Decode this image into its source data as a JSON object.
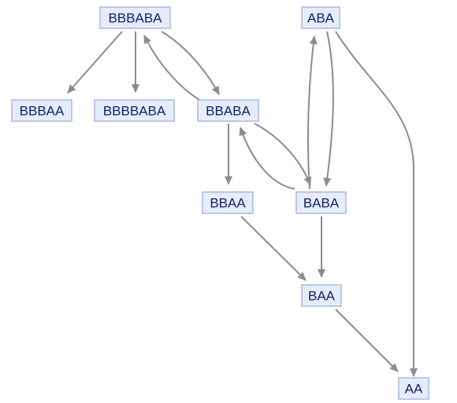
{
  "nodes": [
    {
      "id": "BBBABA",
      "label": "BBBABA"
    },
    {
      "id": "ABA",
      "label": "ABA"
    },
    {
      "id": "BBBAA",
      "label": "BBBAA"
    },
    {
      "id": "BBBBABA",
      "label": "BBBBABA"
    },
    {
      "id": "BBABA",
      "label": "BBABA"
    },
    {
      "id": "BBAA",
      "label": "BBAA"
    },
    {
      "id": "BABA",
      "label": "BABA"
    },
    {
      "id": "BAA",
      "label": "BAA"
    },
    {
      "id": "AA",
      "label": "AA"
    }
  ],
  "edges": [
    {
      "from": "BBBABA",
      "to": "BBBAA"
    },
    {
      "from": "BBBABA",
      "to": "BBBBABA"
    },
    {
      "from": "BBBABA",
      "to": "BBABA"
    },
    {
      "from": "BBABA",
      "to": "BBBABA"
    },
    {
      "from": "BBABA",
      "to": "BBAA"
    },
    {
      "from": "BBABA",
      "to": "BABA"
    },
    {
      "from": "BABA",
      "to": "BBABA"
    },
    {
      "from": "BABA",
      "to": "ABA"
    },
    {
      "from": "ABA",
      "to": "BABA"
    },
    {
      "from": "ABA",
      "to": "AA"
    },
    {
      "from": "BABA",
      "to": "BAA"
    },
    {
      "from": "BBAA",
      "to": "BAA"
    },
    {
      "from": "BAA",
      "to": "AA"
    }
  ]
}
